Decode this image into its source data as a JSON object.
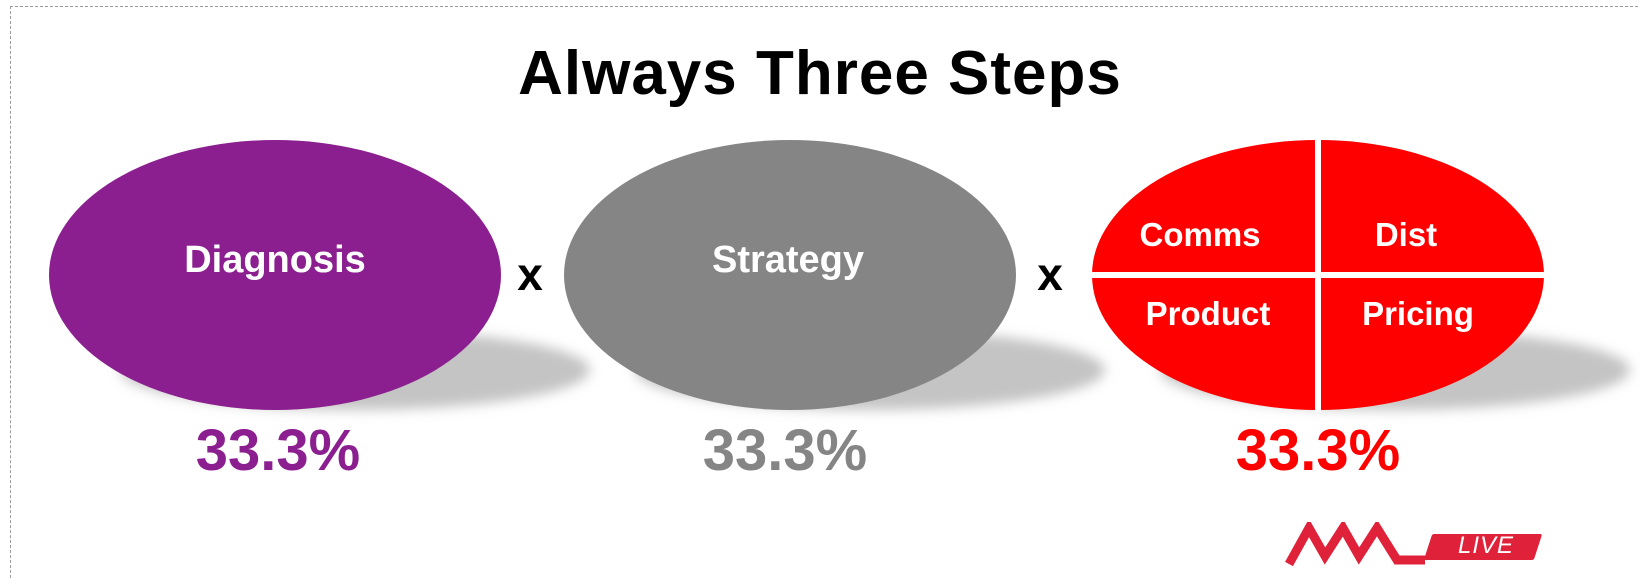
{
  "title": "Always Three Steps",
  "operators": [
    "x",
    "x"
  ],
  "steps": [
    {
      "label": "Diagnosis",
      "percent": "33.3%",
      "color": "#8b1f8f"
    },
    {
      "label": "Strategy",
      "percent": "33.3%",
      "color": "#858585"
    },
    {
      "label": "",
      "percent": "33.3%",
      "color": "#ff0000",
      "quadrants": [
        "Comms",
        "Dist",
        "Product",
        "Pricing"
      ]
    }
  ],
  "logo": {
    "text": "LIVE",
    "color": "#e0213a",
    "icon": "mw-wave-logo-icon"
  }
}
